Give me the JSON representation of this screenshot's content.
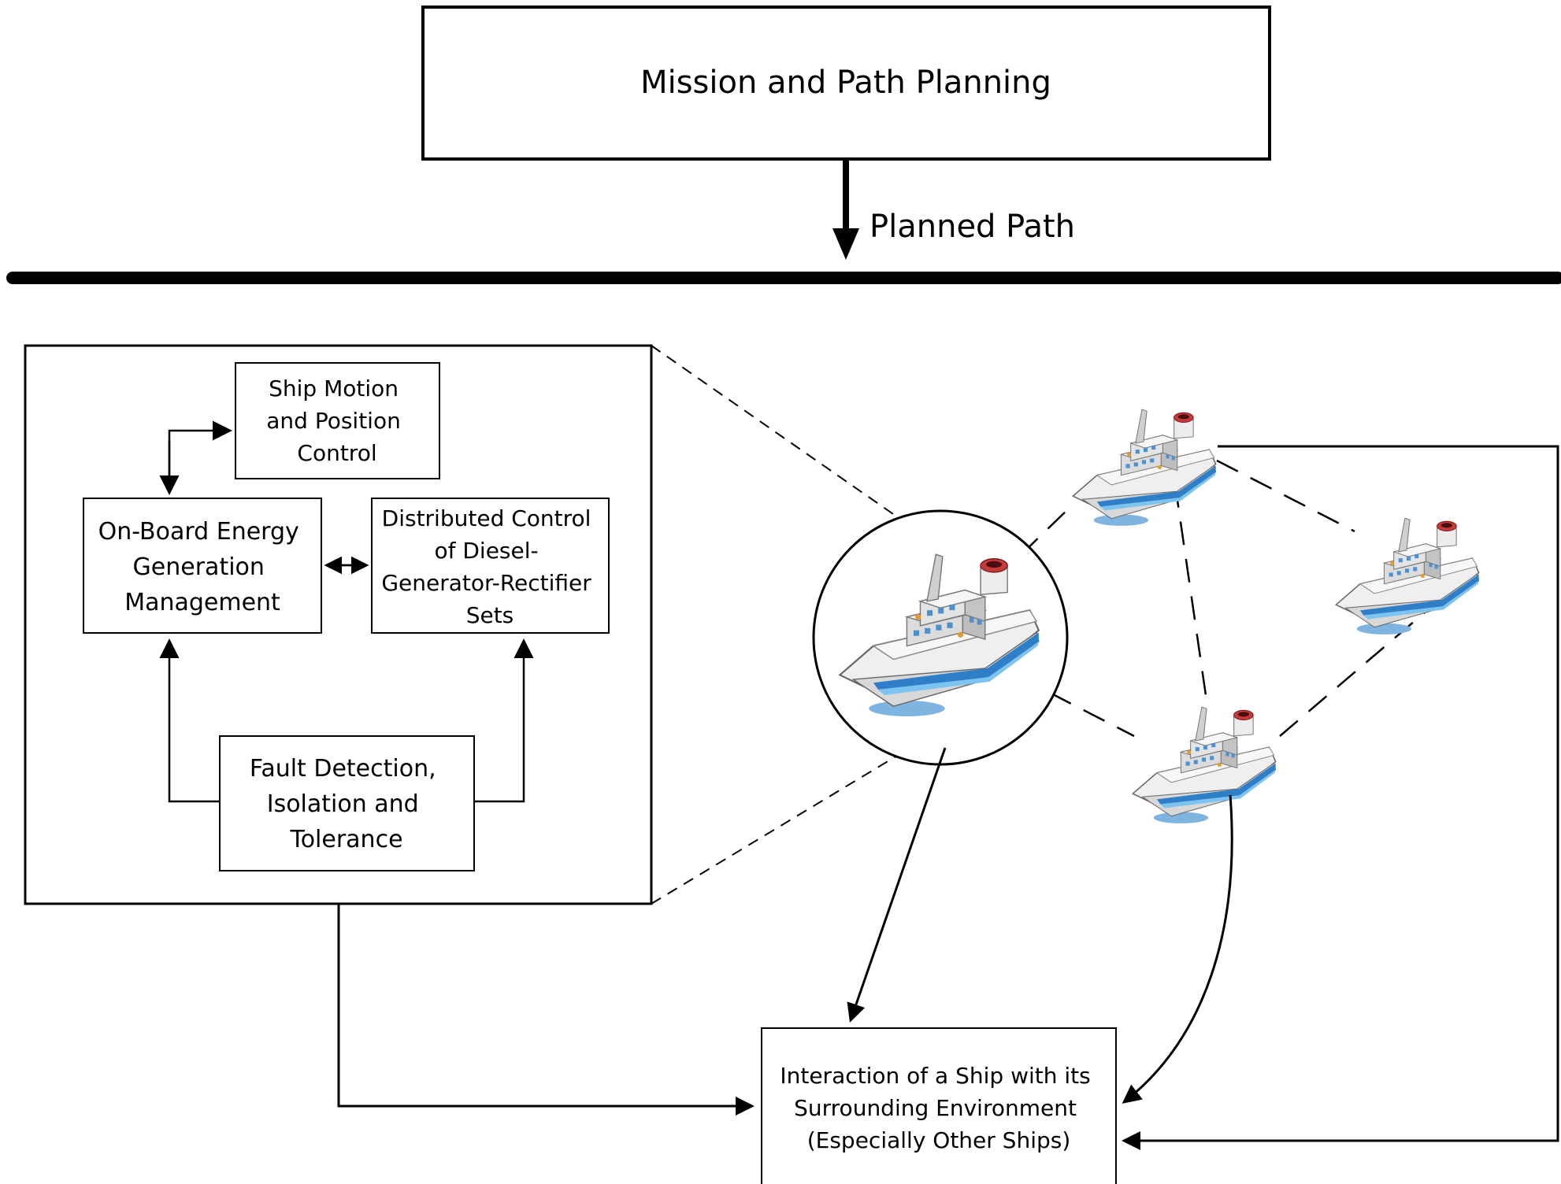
{
  "top": {
    "mission_box": "Mission and Path Planning",
    "planned_path_label": "Planned Path"
  },
  "controller": {
    "ship_motion": [
      "Ship Motion",
      "and Position",
      "Control"
    ],
    "energy_management": [
      "On-Board Energy",
      "Generation",
      "Management"
    ],
    "distributed_control": [
      "Distributed Control",
      "of Diesel-",
      "Generator-Rectifier",
      "Sets"
    ],
    "fault_detection": [
      "Fault Detection,",
      "Isolation and",
      "Tolerance"
    ]
  },
  "environment": {
    "interaction_box": [
      "Interaction of a Ship with its",
      "Surrounding Environment",
      "(Especially Other Ships)"
    ]
  },
  "ships": {
    "icon": "ship-icon",
    "count": 4,
    "hull_color": "#e8e8e8",
    "stripe_color": "#2f7fc8",
    "funnel_color": "#c83a3a"
  }
}
